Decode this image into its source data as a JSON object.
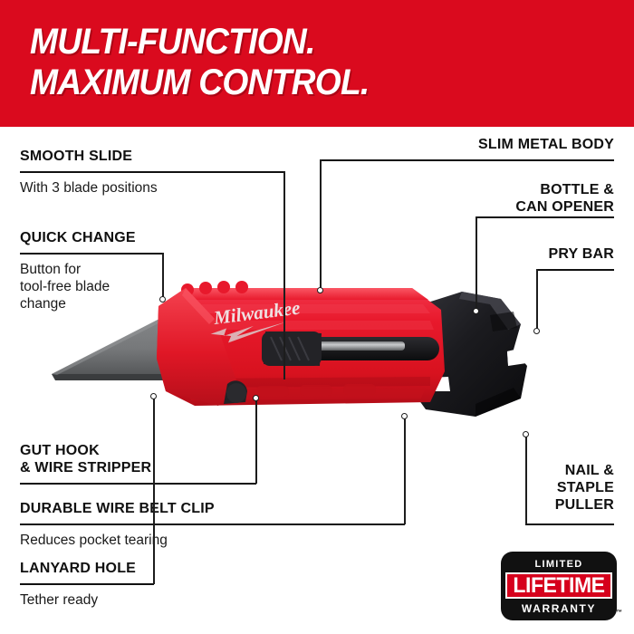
{
  "banner": {
    "title": "MULTI-FUNCTION.\nMAXIMUM CONTROL.",
    "background_color": "#da0a1e",
    "text_color": "#ffffff"
  },
  "callouts": {
    "smooth_slide": {
      "title": "SMOOTH SLIDE",
      "subtitle": "With 3 blade positions"
    },
    "quick_change": {
      "title": "QUICK CHANGE",
      "subtitle": "Button for\ntool-free blade\nchange"
    },
    "gut_hook": {
      "title": "GUT HOOK\n& WIRE STRIPPER",
      "subtitle": ""
    },
    "belt_clip": {
      "title": "DURABLE WIRE BELT CLIP",
      "subtitle": "Reduces pocket tearing"
    },
    "lanyard_hole": {
      "title": "LANYARD HOLE",
      "subtitle": "Tether ready"
    },
    "slim_metal_body": {
      "title": "SLIM METAL BODY",
      "subtitle": ""
    },
    "bottle_opener": {
      "title": "BOTTLE &\nCAN OPENER",
      "subtitle": ""
    },
    "pry_bar": {
      "title": "PRY BAR",
      "subtitle": ""
    },
    "nail_puller": {
      "title": "NAIL &\nSTAPLE\nPULLER",
      "subtitle": ""
    }
  },
  "product": {
    "brand": "Milwaukee",
    "body_color": "#e8192c",
    "accent_color": "#1b1b1b",
    "blade_color": "#6e7072"
  },
  "warranty": {
    "limited": "LIMITED",
    "lifetime": "LIFETIME",
    "warranty": "WARRANTY",
    "tm": "™",
    "band_color": "#d6001c",
    "body_color": "#111111"
  }
}
